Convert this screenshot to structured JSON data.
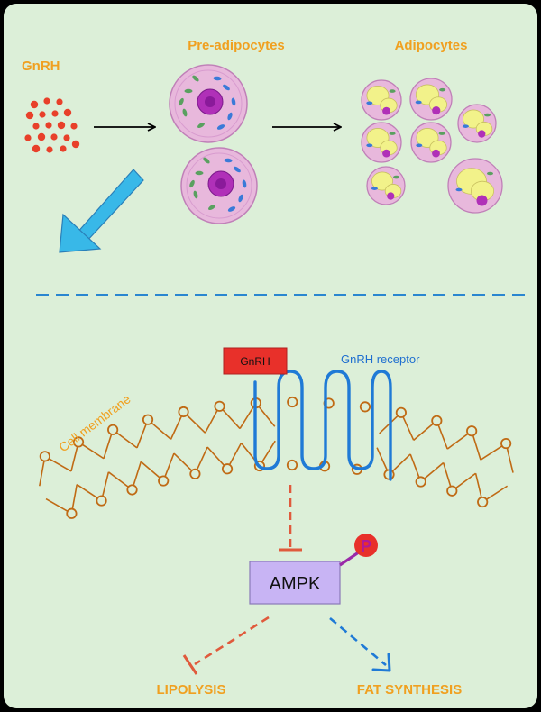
{
  "colors": {
    "background": "#dcefd8",
    "frame": "#000000",
    "label_orange": "#f0a020",
    "gnrh_dot": "#e8402a",
    "membrane": "#c06a14",
    "receptor": "#1f7ad6",
    "gnrh_box": "#e8302a",
    "ampk_box": "#c8b4f4",
    "inhibit": "#e05a3c",
    "activate": "#1f7ad6",
    "phospho": "#e8302a",
    "phospho_text": "#b0189a",
    "phospho_link": "#9a2aa8",
    "arrow_big": "#38b8e8",
    "cell_body": "#e8b8dc",
    "nucleus": "#b030b8",
    "lipid": "#f2f28a"
  },
  "labels": {
    "gnrh": "GnRH",
    "pre_adipocytes": "Pre-adipocytes",
    "adipocytes": "Adipocytes",
    "cell_membrane": "Cell membrane",
    "gnrh_box": "GnRH",
    "gnrh_receptor": "GnRH receptor",
    "ampk": "AMPK",
    "phospho": "P",
    "lipolysis": "LIPOLYSIS",
    "fat_synthesis": "FAT SYNTHESIS"
  },
  "icons": {
    "gnrh_particles": "dot-cluster-icon",
    "pre_adipocyte": "pre-adipocyte-cell-icon",
    "adipocyte": "adipocyte-cell-icon",
    "phospho": "phosphate-badge-icon"
  }
}
